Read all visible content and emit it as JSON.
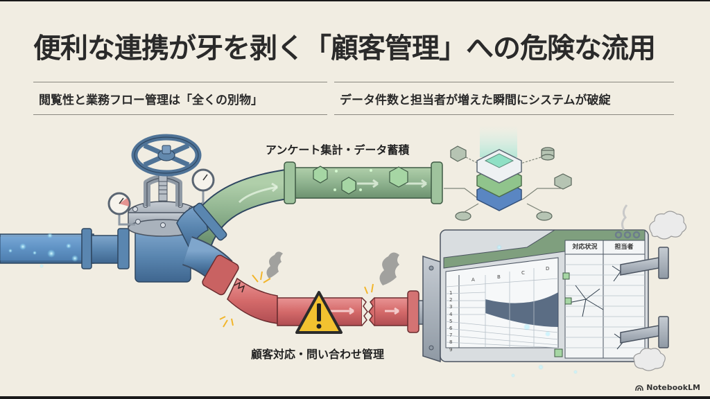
{
  "slide": {
    "title": "便利な連携が牙を剥く「顧客管理」への危険な流用",
    "subtitles": [
      "閲覧性と業務フロー管理は「全くの別物」",
      "データ件数と担当者が増えた瞬間にシステムが破綻"
    ]
  },
  "illustration": {
    "upper_pipe_label": "アンケート集計・データ蓄積",
    "lower_pipe_label": "顧客対応・問い合わせ管理",
    "spreadsheet": {
      "columns": [
        "A",
        "B",
        "C",
        "D"
      ],
      "extra_columns": [
        "対応状況",
        "担当者"
      ],
      "rows": [
        "1",
        "2",
        "3",
        "4",
        "5",
        "6",
        "7",
        "8",
        "9"
      ]
    },
    "colors": {
      "background": "#f1ede2",
      "blue_pipe": "#5a86b0",
      "green_pipe": "#8fb38f",
      "red_pipe": "#d46a6a",
      "warning": "#f2c230",
      "text": "#2a2a2a"
    }
  },
  "brand": {
    "label": "NotebookLM",
    "icon": "notebooklm-logo-icon"
  }
}
